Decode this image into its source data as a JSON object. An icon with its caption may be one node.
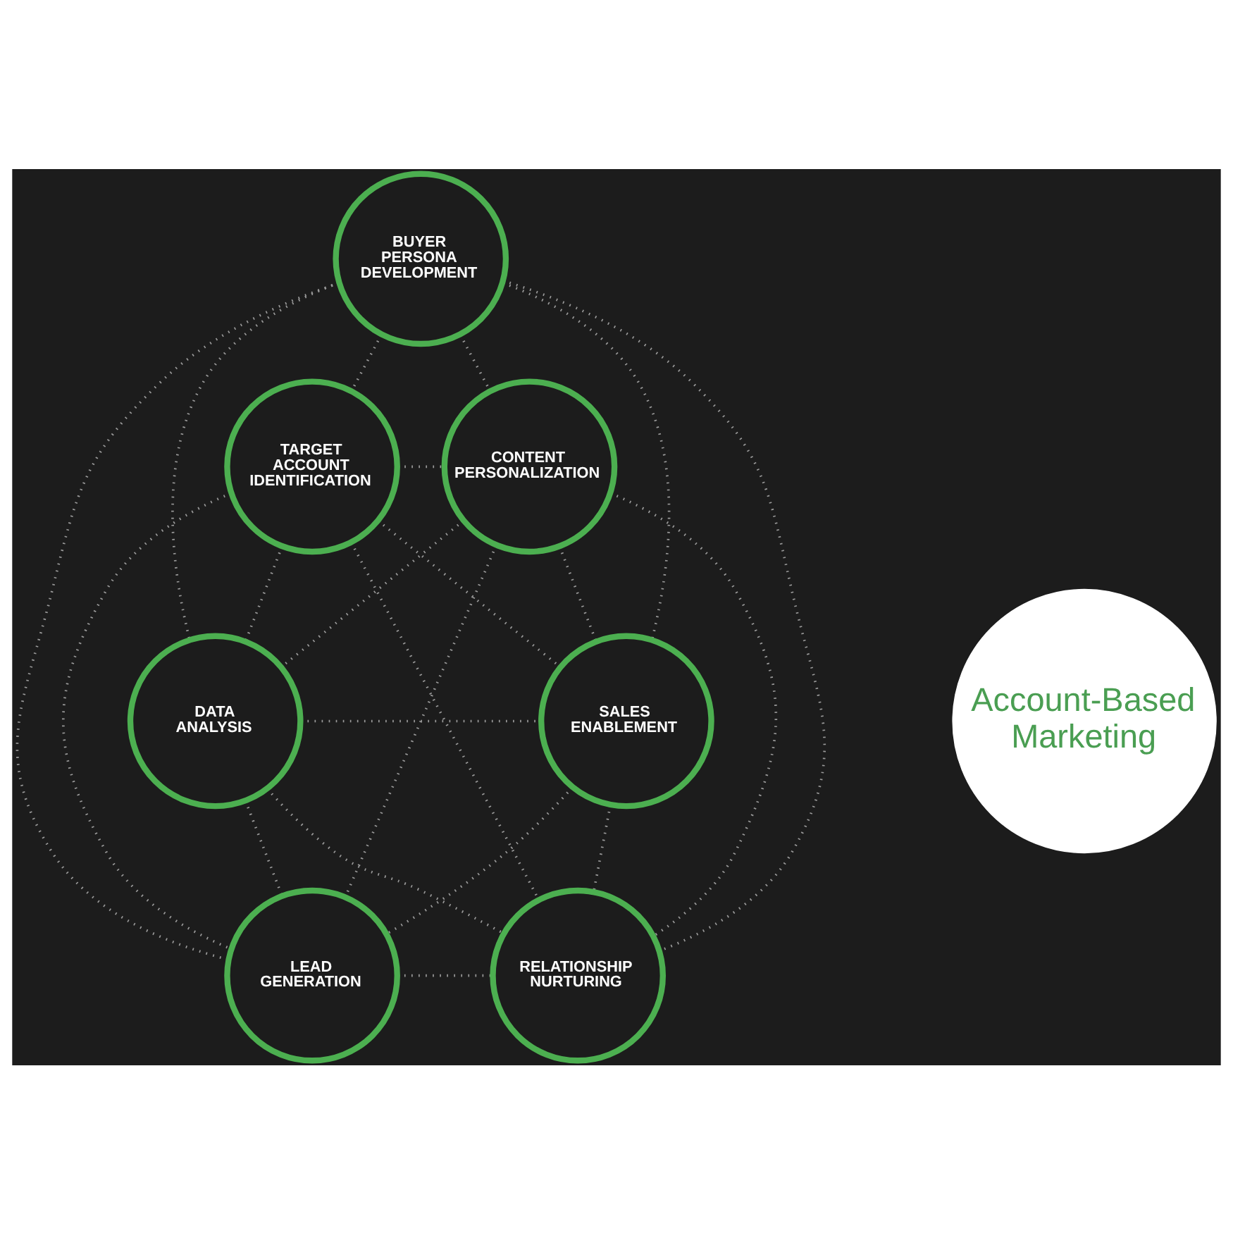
{
  "diagram": {
    "nodes": [
      {
        "text": [
          "BUYER PERSONA DEVELOPMENT"
        ]
      },
      {
        "text": [
          "TARGET ACCOUNT IDENTIFICATION"
        ]
      },
      {
        "text": [
          "CONTENT PERSONALIZATION"
        ]
      },
      {
        "text": [
          "Account-Based Marketing"
        ]
      },
      {
        "text": [
          "DATA ANALYSIS"
        ]
      },
      {
        "text": [
          "SALES ENABLEMENT"
        ]
      },
      {
        "text": [
          "LEAD GENERATION"
        ]
      },
      {
        "text": [
          "RELATIONSHIP NURTURING"
        ]
      }
    ],
    "edges": [
      {
        "from": 0,
        "to": 1,
        "arrow": "none"
      },
      {
        "from": 0,
        "to": 2,
        "arrow": "none"
      },
      {
        "from": 0,
        "to": 4,
        "arrow": "none"
      },
      {
        "from": 0,
        "to": 5,
        "arrow": "none"
      },
      {
        "from": 0,
        "to": 6,
        "arrow": "none"
      },
      {
        "from": 0,
        "to": 7,
        "arrow": "none"
      },
      {
        "from": 1,
        "to": 2,
        "arrow": "none"
      },
      {
        "from": 1,
        "to": 4,
        "arrow": "none"
      },
      {
        "from": 1,
        "to": 5,
        "arrow": "none"
      },
      {
        "from": 1,
        "to": 6,
        "arrow": "none"
      },
      {
        "from": 1,
        "to": 7,
        "arrow": "none"
      },
      {
        "from": 2,
        "to": 4,
        "arrow": "none"
      },
      {
        "from": 2,
        "to": 5,
        "arrow": "none"
      },
      {
        "from": 2,
        "to": 6,
        "arrow": "none"
      },
      {
        "from": 2,
        "to": 7,
        "arrow": "none"
      },
      {
        "from": 4,
        "to": 5,
        "arrow": "none"
      },
      {
        "from": 4,
        "to": 6,
        "arrow": "none"
      },
      {
        "from": 4,
        "to": 7,
        "arrow": "none"
      },
      {
        "from": 5,
        "to": 6,
        "arrow": "none"
      },
      {
        "from": 5,
        "to": 7,
        "arrow": "none"
      },
      {
        "from": 6,
        "to": 7,
        "arrow": "none"
      }
    ]
  }
}
